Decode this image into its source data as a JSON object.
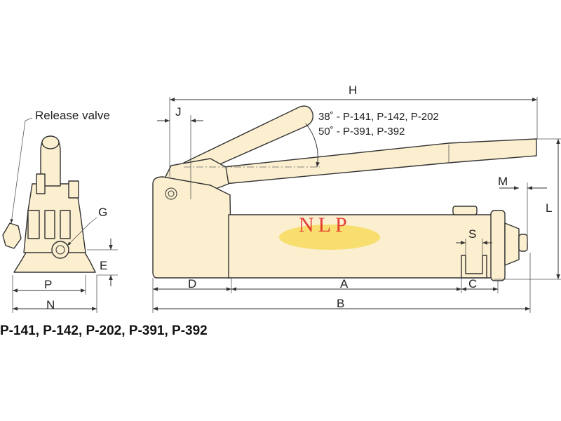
{
  "labels": {
    "release_valve": "Release valve",
    "G": "G",
    "E": "E",
    "P": "P",
    "N": "N",
    "H": "H",
    "J": "J",
    "M": "M",
    "L": "L",
    "S": "S",
    "D": "D",
    "A": "A",
    "C": "C",
    "B": "B"
  },
  "angles": {
    "line1": "38˚ - P-141, P-142, P-202",
    "line2": "50˚ - P-391, P-392"
  },
  "caption": "P-141, P-142, P-202, P-391, P-392",
  "watermark": "NLP",
  "colors": {
    "body_fill": "#fbefcf",
    "outline": "#333333",
    "watermark_red": "#e02020",
    "watermark_yellow": "#f5d020"
  }
}
